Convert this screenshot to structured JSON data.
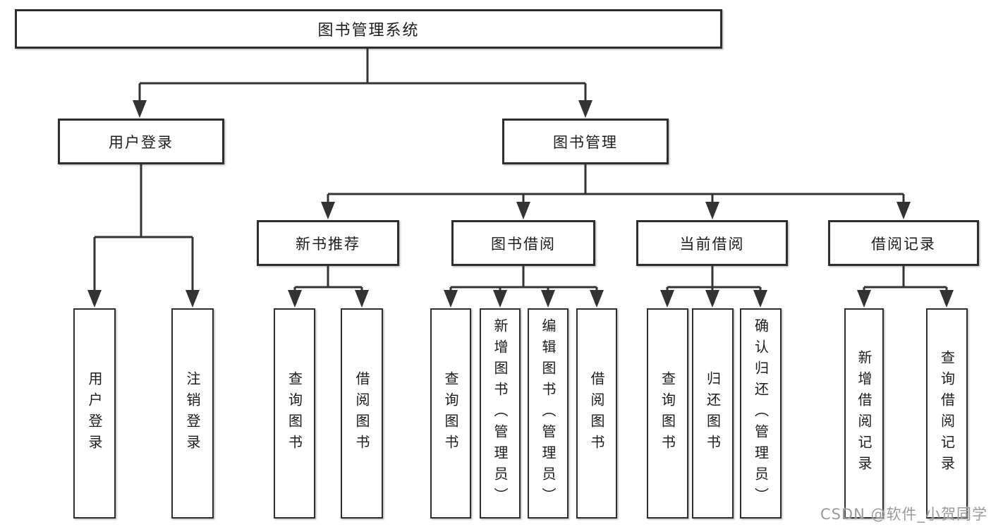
{
  "tree": {
    "root": {
      "label": "图书管理系统"
    },
    "branches": {
      "user_login": {
        "label": "用户登录",
        "leaves": [
          "用户登录",
          "注销登录"
        ]
      },
      "book_management": {
        "label": "图书管理",
        "sections": {
          "new_book_recommend": {
            "label": "新书推荐",
            "leaves": [
              "查询图书",
              "借阅图书"
            ]
          },
          "book_borrow": {
            "label": "图书借阅",
            "leaves": [
              "查询图书",
              "新增图书（管理员）",
              "编辑图书（管理员）",
              "借阅图书"
            ]
          },
          "current_borrow": {
            "label": "当前借阅",
            "leaves": [
              "查询图书",
              "归还图书",
              "确认归还（管理员）"
            ]
          },
          "borrow_records": {
            "label": "借阅记录",
            "leaves": [
              "新增借阅记录",
              "查询借阅记录"
            ]
          }
        }
      }
    }
  },
  "watermark": "CSDN @软件_小贺同学",
  "colors": {
    "line": "#333333",
    "box_border": "#2e2e2e",
    "text": "#1c1c1c",
    "watermark_text": "#9a9a9a",
    "background": "#ffffff"
  }
}
